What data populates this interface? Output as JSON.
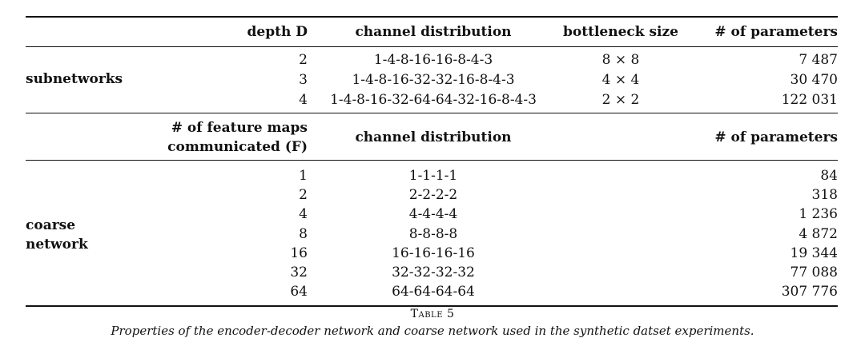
{
  "table": {
    "header1": {
      "depth": "depth D",
      "channel": "channel distribution",
      "bottleneck": "bottleneck size",
      "params": "# of parameters"
    },
    "subnetworks": {
      "label": "subnetworks",
      "rows": [
        {
          "depth": "2",
          "channel": "1-4-8-16-16-8-4-3",
          "bottleneck": "8 × 8",
          "params": "7 487"
        },
        {
          "depth": "3",
          "channel": "1-4-8-16-32-32-16-8-4-3",
          "bottleneck": "4 × 4",
          "params": "30 470"
        },
        {
          "depth": "4",
          "channel": "1-4-8-16-32-64-64-32-16-8-4-3",
          "bottleneck": "2 × 2",
          "params": "122 031"
        }
      ]
    },
    "header2": {
      "fm_line1": "# of feature maps",
      "fm_line2": "communicated (F)",
      "channel": "channel distribution",
      "params": "# of parameters"
    },
    "coarse": {
      "label_line1": "coarse",
      "label_line2": "network",
      "rows": [
        {
          "f": "1",
          "channel": "1-1-1-1",
          "params": "84"
        },
        {
          "f": "2",
          "channel": "2-2-2-2",
          "params": "318"
        },
        {
          "f": "4",
          "channel": "4-4-4-4",
          "params": "1 236"
        },
        {
          "f": "8",
          "channel": "8-8-8-8",
          "params": "4 872"
        },
        {
          "f": "16",
          "channel": "16-16-16-16",
          "params": "19 344"
        },
        {
          "f": "32",
          "channel": "32-32-32-32",
          "params": "77 088"
        },
        {
          "f": "64",
          "channel": "64-64-64-64",
          "params": "307 776"
        }
      ]
    }
  },
  "caption": {
    "title": "Table 5",
    "text": "Properties of the encoder-decoder network and coarse network used in the synthetic datset experiments."
  }
}
